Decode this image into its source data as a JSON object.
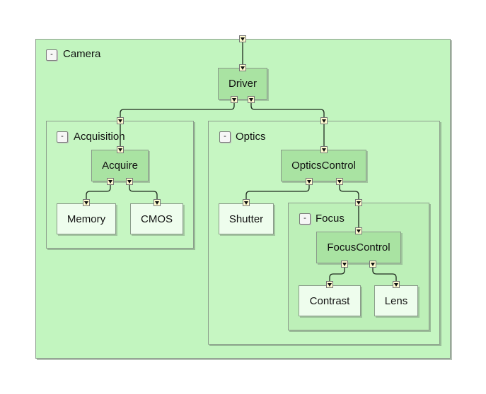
{
  "diagram": {
    "groups": {
      "camera": {
        "label": "Camera",
        "toggle": "-"
      },
      "acquisition": {
        "label": "Acquisition",
        "toggle": "-"
      },
      "optics": {
        "label": "Optics",
        "toggle": "-"
      },
      "focus": {
        "label": "Focus",
        "toggle": "-"
      }
    },
    "nodes": {
      "driver": "Driver",
      "acquire": "Acquire",
      "memory": "Memory",
      "cmos": "CMOS",
      "optics_control": "OpticsControl",
      "shutter": "Shutter",
      "focus_control": "FocusControl",
      "contrast": "Contrast",
      "lens": "Lens"
    },
    "edges": [
      [
        "Driver",
        "Acquire"
      ],
      [
        "Driver",
        "OpticsControl"
      ],
      [
        "Acquire",
        "Memory"
      ],
      [
        "Acquire",
        "CMOS"
      ],
      [
        "OpticsControl",
        "Shutter"
      ],
      [
        "OpticsControl",
        "FocusControl"
      ],
      [
        "FocusControl",
        "Contrast"
      ],
      [
        "FocusControl",
        "Lens"
      ]
    ]
  }
}
